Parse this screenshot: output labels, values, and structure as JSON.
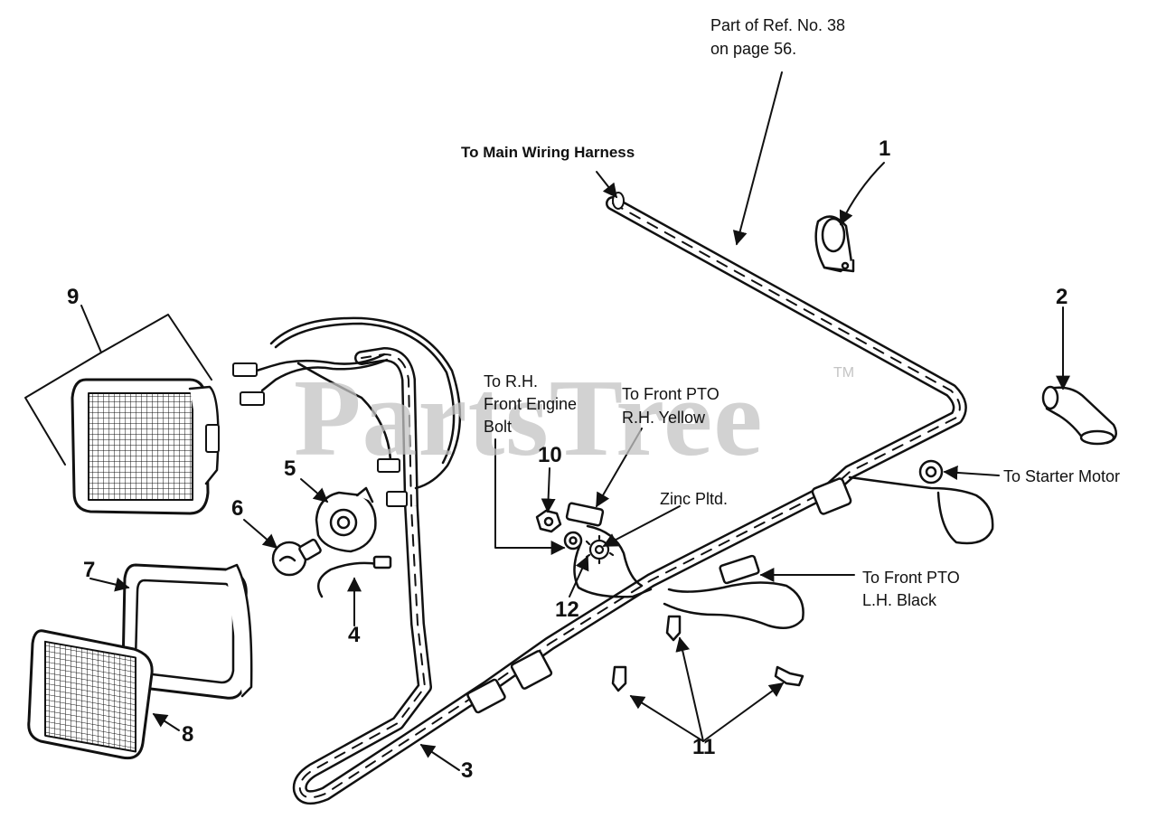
{
  "watermark": {
    "text": "PartsTree",
    "tm": "TM"
  },
  "labels": {
    "ref_line1": "Part of Ref. No. 38",
    "ref_line2": "on page 56.",
    "main_harness": "To Main Wiring Harness",
    "rh_line1": "To R.H.",
    "rh_line2": "Front Engine",
    "rh_line3": "Bolt",
    "pto_rh_line1": "To Front PTO",
    "pto_rh_line2": "R.H. Yellow",
    "zinc": "Zinc Pltd.",
    "starter": "To Starter Motor",
    "pto_lh_line1": "To Front PTO",
    "pto_lh_line2": "L.H. Black"
  },
  "callouts": {
    "n1": "1",
    "n2": "2",
    "n3": "3",
    "n4": "4",
    "n5": "5",
    "n6": "6",
    "n7": "7",
    "n8": "8",
    "n9": "9",
    "n10": "10",
    "n11": "11",
    "n12": "12"
  },
  "colors": {
    "ink": "#111111",
    "watermark": "#c4c4c4",
    "background": "#ffffff"
  }
}
